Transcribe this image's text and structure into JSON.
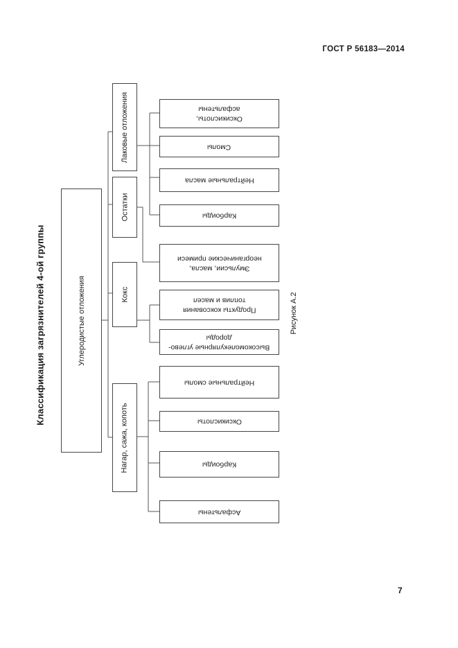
{
  "page": {
    "header": "ГОСТ Р 56183—2014",
    "page_number": "7"
  },
  "figure": {
    "title": "Классификация загрязнителей 4-ой группы",
    "caption": "Рисунок А.2"
  },
  "tree": {
    "root": "Углеродистые отложения",
    "branches": [
      {
        "label": "Лаковые отложения",
        "leaves": [
          "Оксикислоты,\nасфальтены",
          "Смолы",
          "Нейтральные масла",
          "Карбоиды"
        ]
      },
      {
        "label": "Остатки",
        "leaves": [
          "Эмульсии, масла,\nнеорганические примеси"
        ]
      },
      {
        "label": "Кокс",
        "leaves": [
          "Продукты коксования\nтоплив и масел",
          "Высокомолекулярные углево-\nдороды"
        ]
      },
      {
        "label": "Нагар, сажа, копоть",
        "leaves": [
          "Нейтральные смолы",
          "Оксикислоты",
          "Карбоиды",
          "Асфальтены"
        ]
      }
    ]
  },
  "colors": {
    "background": "#ffffff",
    "box_border": "#444444",
    "connector": "#555555",
    "text": "#1a1a1a"
  }
}
